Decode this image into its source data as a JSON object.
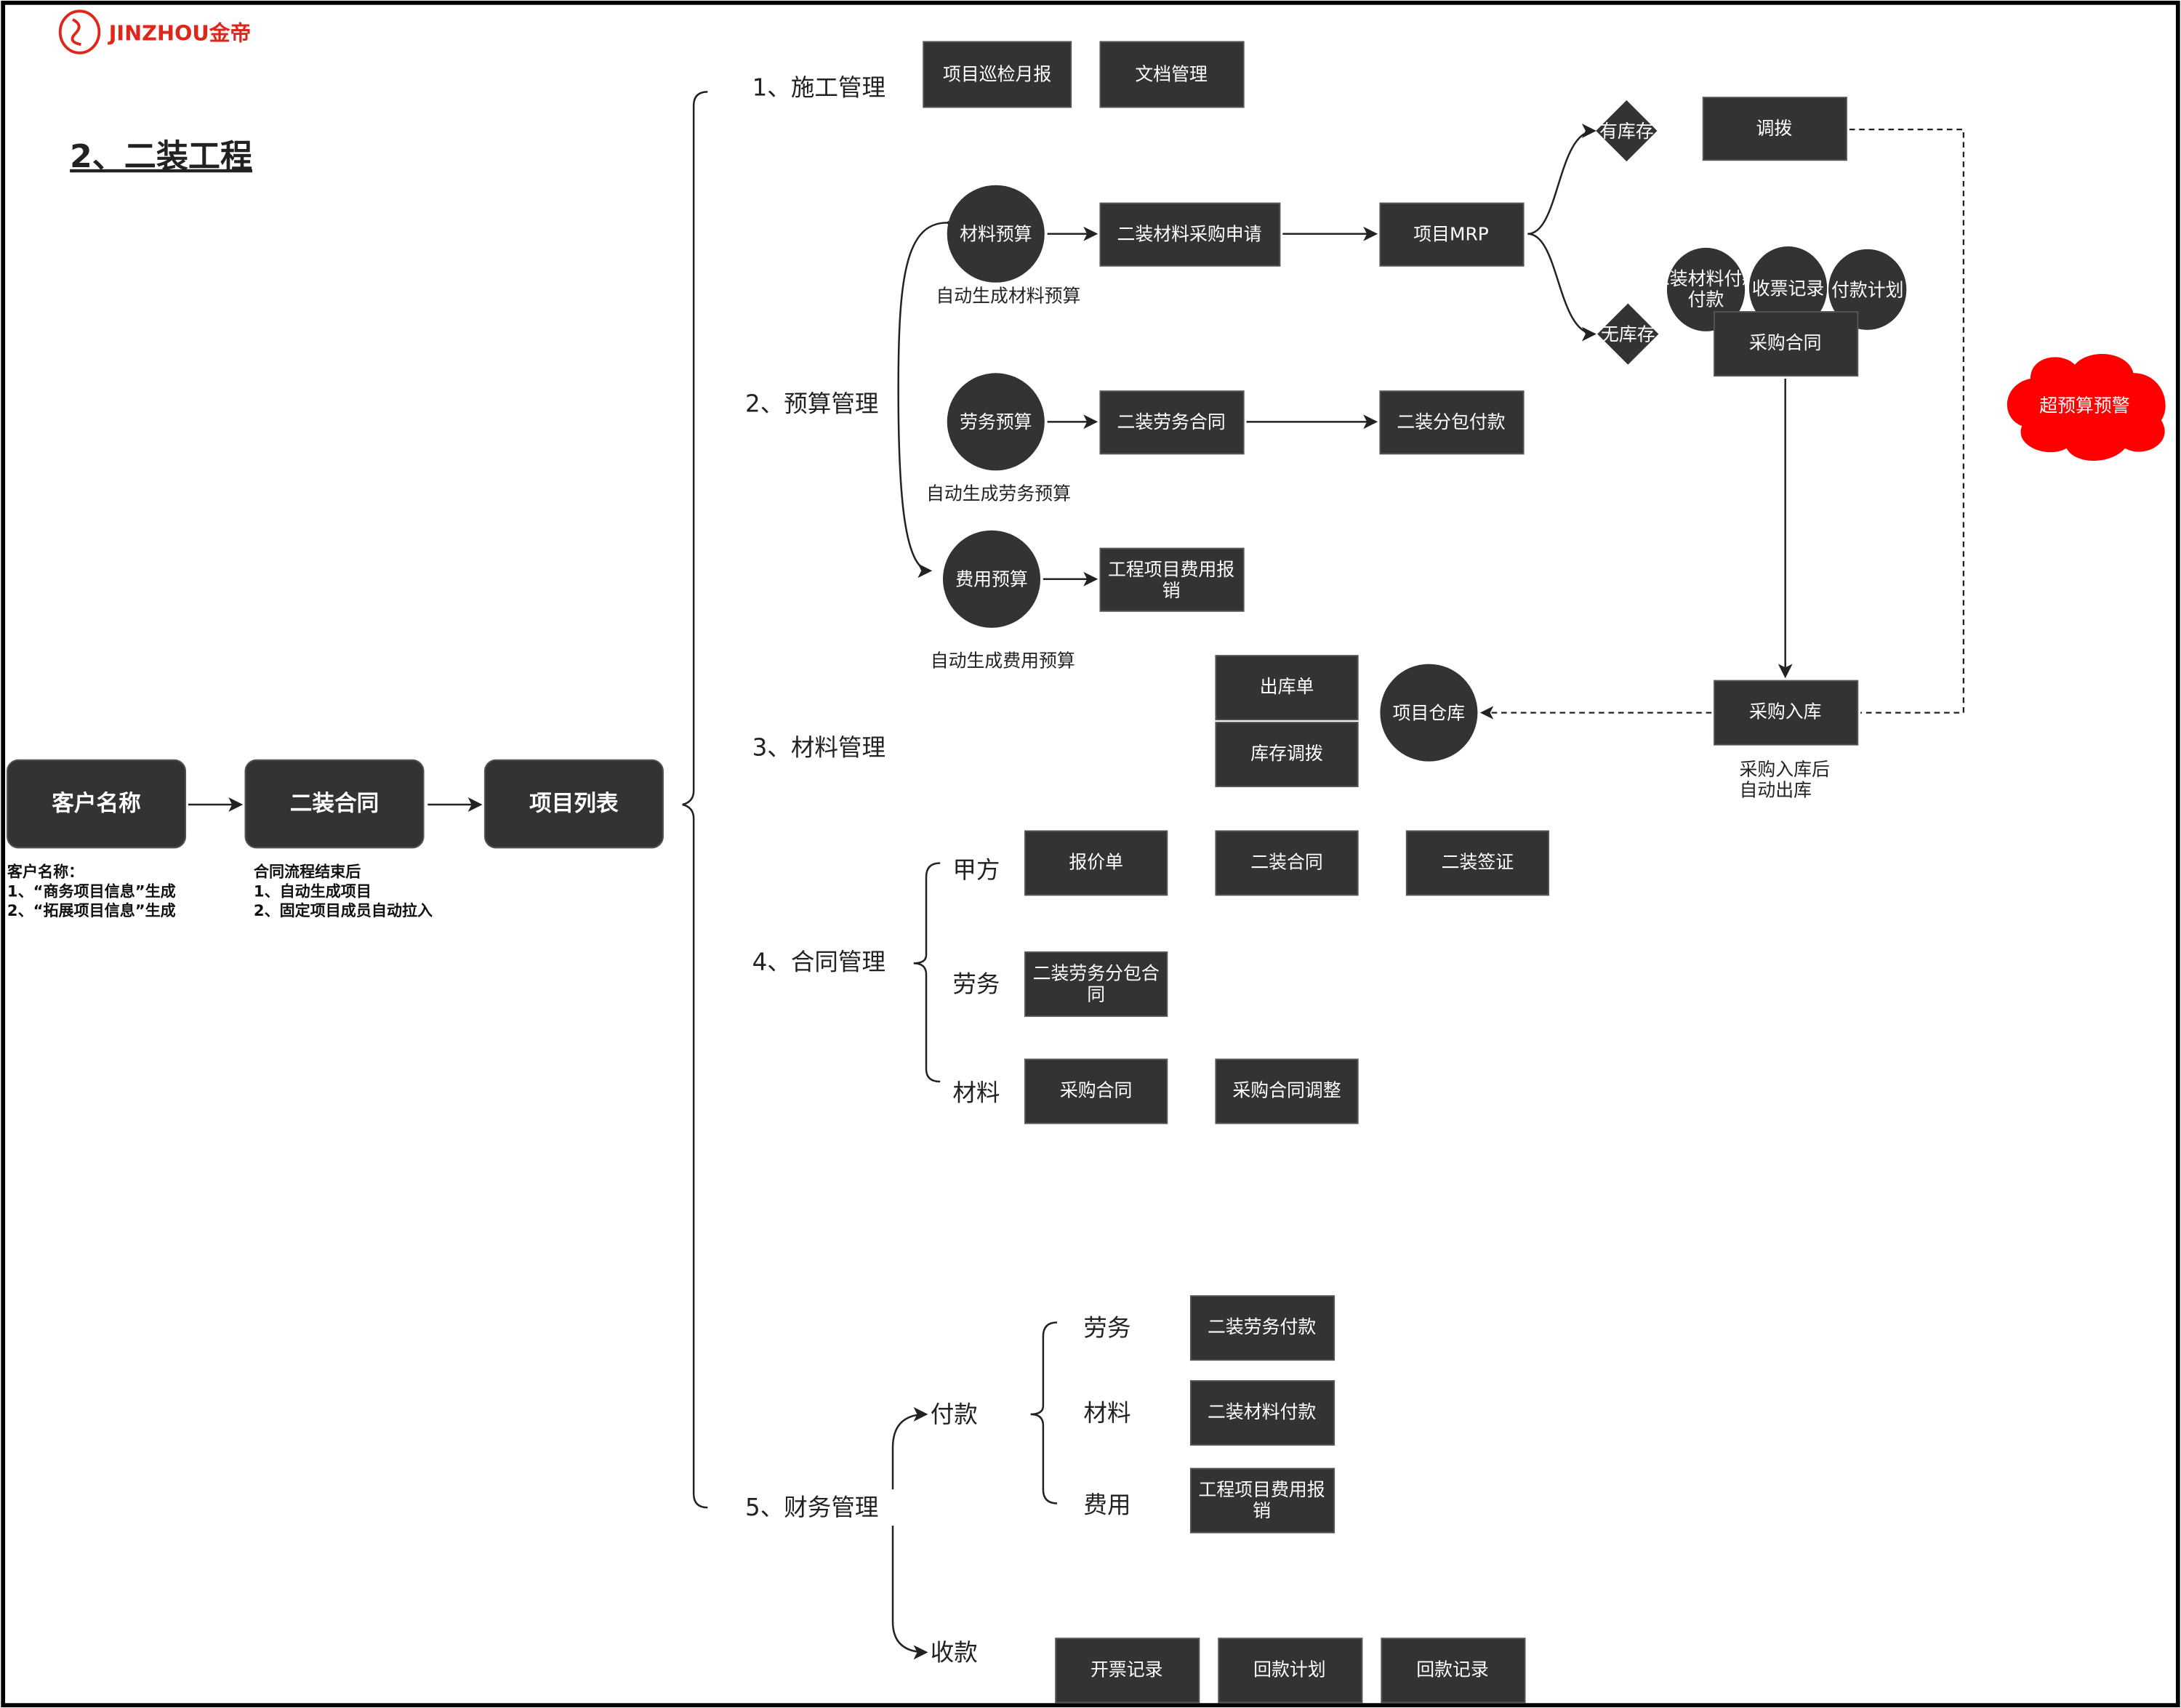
{
  "logo": {
    "text": "JINZHOU金帝",
    "color": "#e0261b"
  },
  "title": "2、二装工程",
  "flow": {
    "customer": "客户名称",
    "contract": "二装合同",
    "project_list": "项目列表",
    "customer_note": [
      "客户名称：",
      "1、“商务项目信息”生成",
      "2、“拓展项目信息”生成"
    ],
    "contract_note": [
      "合同流程结束后",
      "1、自动生成项目",
      "2、固定项目成员自动拉入"
    ]
  },
  "sections": {
    "construction": {
      "label": "1、施工管理",
      "items": [
        "项目巡检月报",
        "文档管理"
      ]
    },
    "budget": {
      "label": "2、预算管理",
      "material_budget": "材料预算",
      "material_caption": "自动生成材料预算",
      "purchase_request": "二装材料采购申请",
      "mrp": "项目MRP",
      "in_stock": "有库存",
      "no_stock": "无库存",
      "transfer": "调拨",
      "payment_circles": [
        "二装材料付款",
        "收票记录",
        "付款计划"
      ],
      "purchase_contract": "采购合同",
      "purchase_in": "采购入库",
      "purchase_in_caption": [
        "采购入库后",
        "自动出库"
      ],
      "labor_budget": "劳务预算",
      "labor_caption": "自动生成劳务预算",
      "labor_contract": "二装劳务合同",
      "subcontract_payment": "二装分包付款",
      "expense_budget": "费用预算",
      "expense_caption": "自动生成费用预算",
      "expense_claim": [
        "工程项目费用报",
        "销"
      ],
      "over_budget": "超预算预警",
      "over_budget_color": "#ff0000"
    },
    "material": {
      "label": "3、材料管理",
      "outbound": "出库单",
      "stock_transfer": "库存调拨",
      "warehouse": "项目仓库"
    },
    "contract": {
      "label": "4、合同管理",
      "party_a": "甲方",
      "party_a_items": [
        "报价单",
        "二装合同",
        "二装签证"
      ],
      "labor": "劳务",
      "labor_item": [
        "二装劳务分包合",
        "同"
      ],
      "material": "材料",
      "material_items": [
        "采购合同",
        "采购合同调整"
      ]
    },
    "finance": {
      "label": "5、财务管理",
      "payment": "付款",
      "receipt": "收款",
      "labor": "劳务",
      "labor_item": "二装劳务付款",
      "material": "材料",
      "material_item": "二装材料付款",
      "expense": "费用",
      "expense_item": [
        "工程项目费用报",
        "销"
      ],
      "receipt_items": [
        "开票记录",
        "回款计划",
        "回款记录"
      ]
    }
  }
}
